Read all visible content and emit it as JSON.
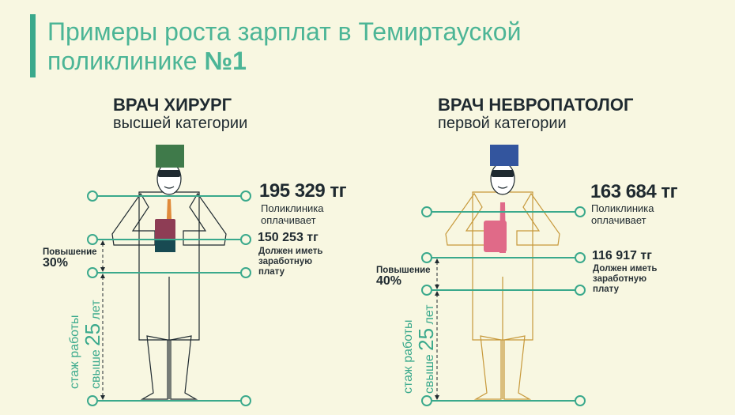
{
  "title": {
    "line1": "Примеры роста зарплат в Темиртауской",
    "line2_text": "поликлинике ",
    "line2_bold": "№1"
  },
  "colors": {
    "accent": "#3aa98c",
    "background": "#f8f7e1"
  },
  "doctors": [
    {
      "title": "ВРАЧ ХИРУРГ",
      "category": "высшей категории",
      "hat_color": "#3f7a4a",
      "paid_amount": "195 329 тг",
      "paid_label_1": "Поликлиника",
      "paid_label_2": "оплачивает",
      "due_amount": "150 253 тг",
      "due_label_1": "Должен иметь",
      "due_label_2": "заработную",
      "due_label_3": "плату",
      "raise_label": "Повышение",
      "raise_value": "30%",
      "experience_1": "стаж работы",
      "experience_2_pre": "свыше ",
      "experience_2_num": "25",
      "experience_2_post": " лет"
    },
    {
      "title": "ВРАЧ НЕВРОПАТОЛОГ",
      "category": "первой категории",
      "hat_color": "#33559e",
      "paid_amount": "163 684 тг",
      "paid_label_1": "Поликлиника",
      "paid_label_2": "оплачивает",
      "due_amount": "116 917 тг",
      "due_label_1": "Должен иметь",
      "due_label_2": "заработную",
      "due_label_3": "плату",
      "raise_label": "Повышение",
      "raise_value": "40%",
      "experience_1": "стаж работы",
      "experience_2_pre": "свыше ",
      "experience_2_num": "25",
      "experience_2_post": " лет"
    }
  ]
}
